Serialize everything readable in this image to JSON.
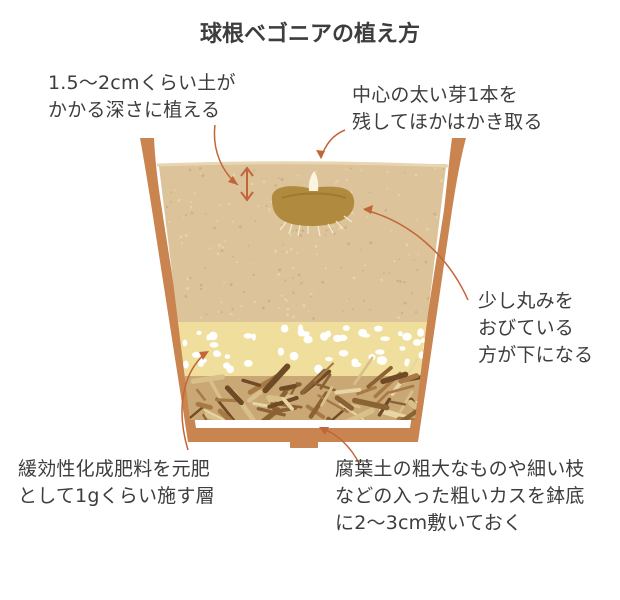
{
  "title": "球根ベゴニアの植え方",
  "labels": {
    "depth": [
      "1.5〜2cmくらい土が",
      "かかる深さに植える"
    ],
    "bud": [
      "中心の太い芽1本を",
      "残してほかはかき取る"
    ],
    "rounded_side": [
      "少し丸みを",
      "おびている",
      "方が下になる"
    ],
    "fertilizer": [
      "緩効性化成肥料を元肥",
      "として1gくらい施す層"
    ],
    "base_layer": [
      "腐葉土の粗大なものや細い枝",
      "などの入った粗いカスを鉢底",
      "に2〜3cm敷いておく"
    ]
  },
  "colors": {
    "pot": "#c9844f",
    "soil": "#dcc39a",
    "fertilizer_layer": "#f0df9c",
    "coarse_layer": "#c9a875",
    "tuber": "#b08a3e",
    "arrow": "#c2663a"
  }
}
